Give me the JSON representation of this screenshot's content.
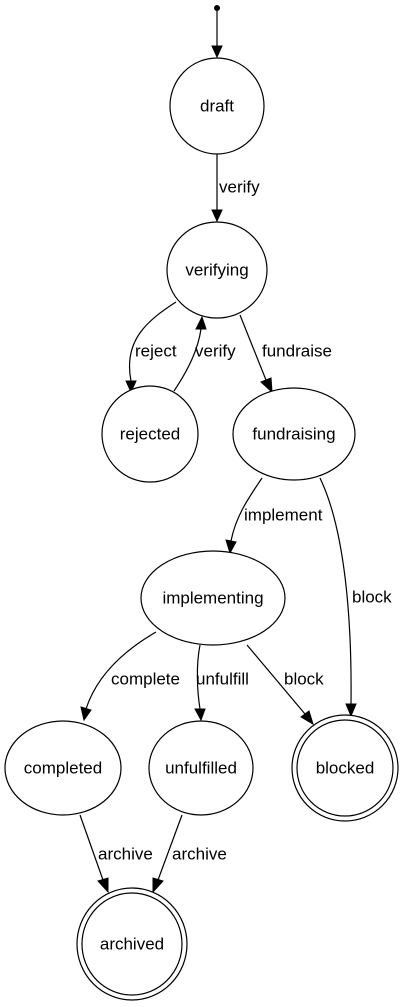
{
  "diagram": {
    "type": "state-machine",
    "states": {
      "draft": "draft",
      "verifying": "verifying",
      "rejected": "rejected",
      "fundraising": "fundraising",
      "implementing": "implementing",
      "completed": "completed",
      "unfulfilled": "unfulfilled",
      "blocked": "blocked",
      "archived": "archived"
    },
    "final_states": [
      "blocked",
      "archived"
    ],
    "transitions": [
      {
        "from": "start",
        "to": "draft",
        "label": ""
      },
      {
        "from": "draft",
        "to": "verifying",
        "label": "verify"
      },
      {
        "from": "verifying",
        "to": "rejected",
        "label": "reject"
      },
      {
        "from": "rejected",
        "to": "verifying",
        "label": "verify"
      },
      {
        "from": "verifying",
        "to": "fundraising",
        "label": "fundraise"
      },
      {
        "from": "fundraising",
        "to": "implementing",
        "label": "implement"
      },
      {
        "from": "fundraising",
        "to": "blocked",
        "label": "block"
      },
      {
        "from": "implementing",
        "to": "completed",
        "label": "complete"
      },
      {
        "from": "implementing",
        "to": "unfulfilled",
        "label": "unfulfill"
      },
      {
        "from": "implementing",
        "to": "blocked",
        "label": "block"
      },
      {
        "from": "completed",
        "to": "archived",
        "label": "archive"
      },
      {
        "from": "unfulfilled",
        "to": "archived",
        "label": "archive"
      }
    ]
  }
}
